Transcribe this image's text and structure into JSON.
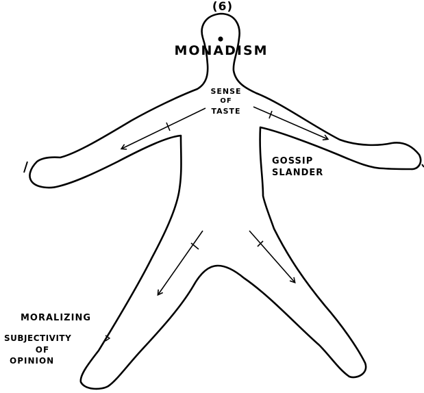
{
  "figure_number": "(6)",
  "title": "MONADISM",
  "center_label": {
    "line1": "SENSE",
    "line2": "OF",
    "line3": "TASTE"
  },
  "right_label": {
    "line1": "GOSSIP",
    "line2": "SLANDER"
  },
  "lower_left_labels": {
    "moralizing": "MORALIZING",
    "subjectivity": "SUBJECTIVITY",
    "of": "OF",
    "opinion": "OPINION"
  },
  "colors": {
    "ink": "#000000",
    "paper": "#ffffff"
  }
}
